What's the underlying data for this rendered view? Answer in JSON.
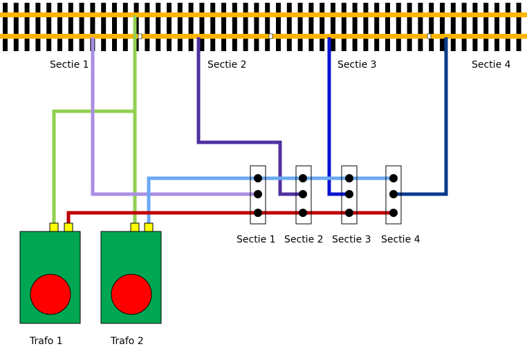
{
  "track": {
    "sections": [
      {
        "label": "Sectie 1"
      },
      {
        "label": "Sectie 2"
      },
      {
        "label": "Sectie 3"
      },
      {
        "label": "Sectie 4"
      }
    ]
  },
  "switches": [
    {
      "label": "Sectie 1"
    },
    {
      "label": "Sectie 2"
    },
    {
      "label": "Sectie 3"
    },
    {
      "label": "Sectie 4"
    }
  ],
  "transformers": [
    {
      "label": "Trafo 1"
    },
    {
      "label": "Trafo 2"
    }
  ],
  "colors": {
    "rail": "#ffb400",
    "sleeper": "#000000",
    "trafo_body": "#00a651",
    "trafo_knob": "#ff0000",
    "terminal": "#ffff00",
    "wire_trafo1_terminal_a": "#92d050",
    "wire_trafo1_terminal_b": "#c00000",
    "wire_trafo2_terminal_b": "#6aa9f4",
    "wire_section_1": "#a98ee3",
    "wire_section_2": "#5030a0",
    "wire_section_3": "#0a14d4",
    "wire_section_4": "#0a3a8c"
  }
}
